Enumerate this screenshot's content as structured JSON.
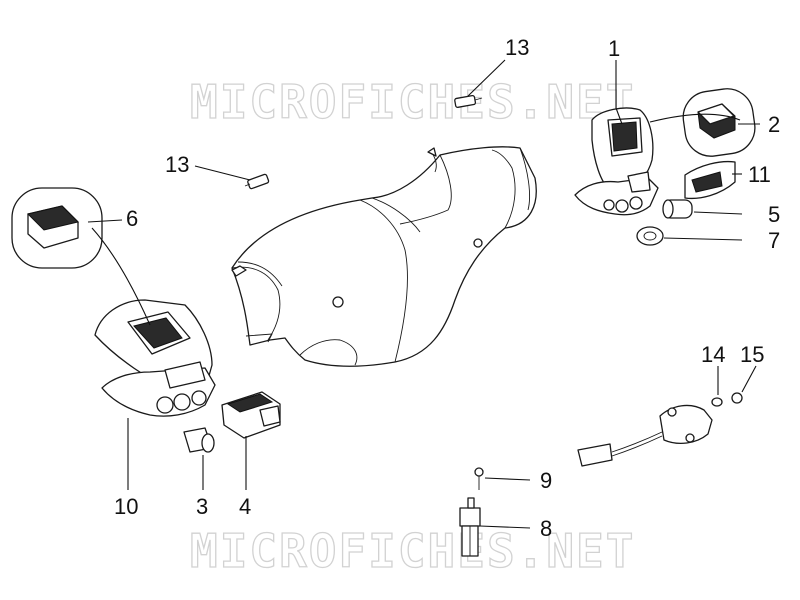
{
  "watermark": {
    "top": "MICROFICHES.NET",
    "bottom": "MICROFICHES.NET"
  },
  "callouts": {
    "c1": "1",
    "c2": "2",
    "c3": "3",
    "c4": "4",
    "c5": "5",
    "c6": "6",
    "c7": "7",
    "c8": "8",
    "c9": "9",
    "c10": "10",
    "c11": "11",
    "c13a": "13",
    "c13b": "13",
    "c14": "14",
    "c15": "15"
  }
}
